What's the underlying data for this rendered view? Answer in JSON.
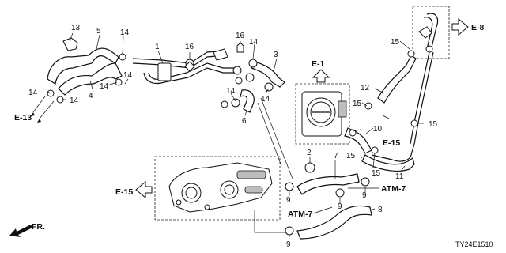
{
  "callouts": {
    "c1": "1",
    "c2": "2",
    "c3": "3",
    "c4": "4",
    "c5": "5",
    "c6": "6",
    "c7": "7",
    "c8": "8",
    "c9": "9",
    "c10": "10",
    "c11": "11",
    "c12": "12",
    "c13": "13",
    "c14": "14",
    "c15": "15",
    "c16": "16"
  },
  "refs": {
    "e1": "E-1",
    "e8": "E-8",
    "e13": "E-13",
    "e15": "E-15",
    "atm7": "ATM-7"
  },
  "front_label": "FR.",
  "diagram_code": "TY24E1510"
}
